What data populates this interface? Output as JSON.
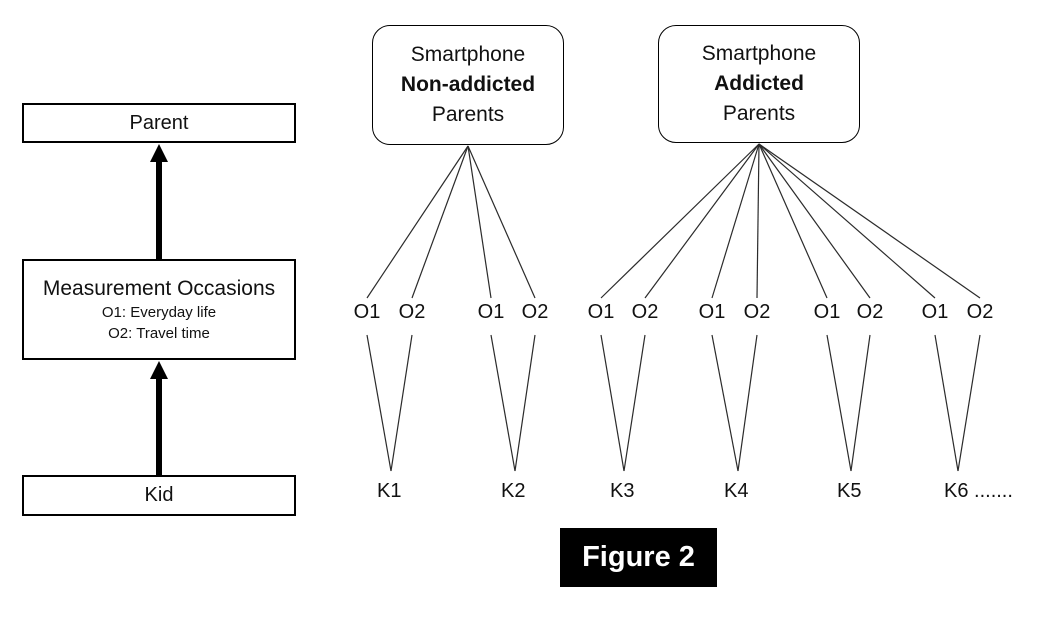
{
  "colors": {
    "line": "#2b2b2b",
    "box_border": "#000000",
    "arrow": "#000000",
    "text": "#111111",
    "caption_bg": "#000000",
    "caption_fg": "#ffffff"
  },
  "left_panel": {
    "parent_box": {
      "label": "Parent"
    },
    "measurement_box": {
      "title": "Measurement Occasions",
      "items": [
        "O1: Everyday life",
        "O2: Travel time"
      ]
    },
    "kid_box": {
      "label": "Kid"
    }
  },
  "clusters": [
    {
      "id": "non-addicted",
      "title_lines": [
        "Smartphone",
        "Non-addicted",
        "Parents"
      ],
      "bold_line_index": 1,
      "kids": [
        {
          "label": "K1",
          "occasions": [
            "O1",
            "O2"
          ]
        },
        {
          "label": "K2",
          "occasions": [
            "O1",
            "O2"
          ]
        }
      ]
    },
    {
      "id": "addicted",
      "title_lines": [
        "Smartphone",
        "Addicted",
        "Parents"
      ],
      "bold_line_index": 1,
      "kids": [
        {
          "label": "K3",
          "occasions": [
            "O1",
            "O2"
          ]
        },
        {
          "label": "K4",
          "occasions": [
            "O1",
            "O2"
          ]
        },
        {
          "label": "K5",
          "occasions": [
            "O1",
            "O2"
          ]
        },
        {
          "label": "K6",
          "occasions": [
            "O1",
            "O2"
          ],
          "suffix": "......."
        }
      ]
    }
  ],
  "figure_caption": {
    "text": "Figure 2"
  }
}
